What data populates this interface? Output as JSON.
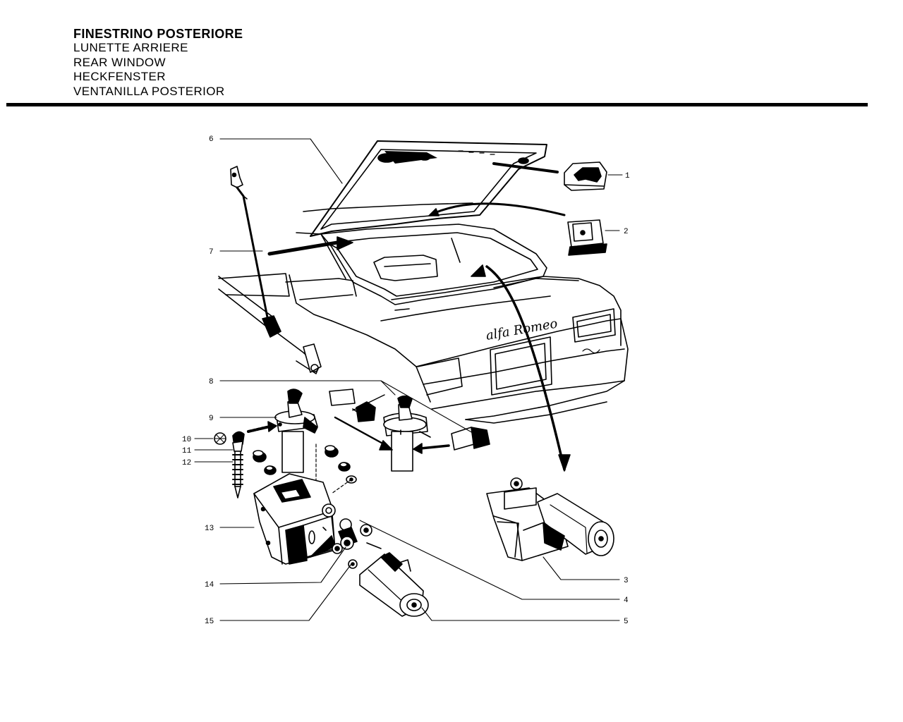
{
  "header": {
    "title_it": "FINESTRINO POSTERIORE",
    "title_fr": "LUNETTE ARRIERE",
    "title_en": "REAR WINDOW",
    "title_de": "HECKFENSTER",
    "title_es": "VENTANILLA POSTERIOR"
  },
  "diagram": {
    "badge_text": "alfa Romeo",
    "callouts": [
      "1",
      "2",
      "3",
      "4",
      "5",
      "6",
      "7",
      "8",
      "9",
      "10",
      "11",
      "12",
      "13",
      "14",
      "15"
    ]
  },
  "colors": {
    "ink": "#000000",
    "paper": "#ffffff"
  }
}
